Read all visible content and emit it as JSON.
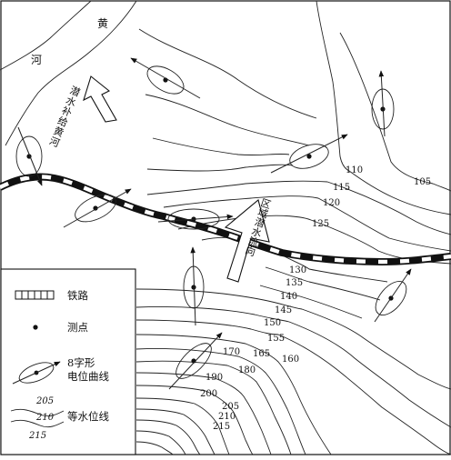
{
  "map": {
    "river_chars": [
      "黄",
      "河"
    ],
    "arrow_labels": {
      "recharge": [
        "潜",
        "水",
        "补",
        "给",
        "黄",
        "河"
      ],
      "flow": [
        "区",
        "域",
        "潜",
        "水",
        "流",
        "向"
      ]
    },
    "contour_values": [
      "105",
      "110",
      "115",
      "120",
      "125",
      "130",
      "135",
      "140",
      "145",
      "150",
      "155",
      "160",
      "165",
      "170",
      "180",
      "190",
      "200",
      "205",
      "210",
      "215"
    ]
  },
  "legend": {
    "railway": "铁路",
    "point": "测点",
    "curve_line1": "8字形",
    "curve_line2": "电位曲线",
    "contour": "等水位线",
    "sample_205": "205",
    "sample_210": "210",
    "sample_215": "215"
  },
  "colors": {
    "ink": "#111111",
    "background": "#ffffff"
  }
}
